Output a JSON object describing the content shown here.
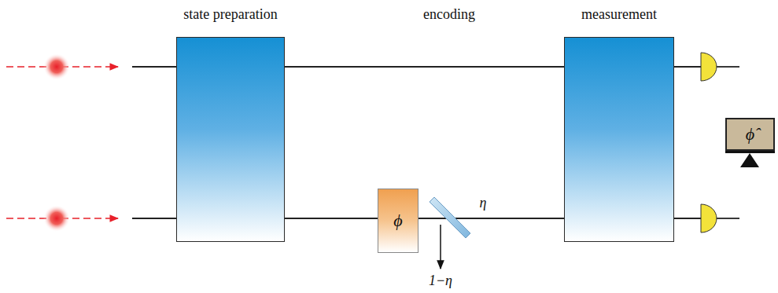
{
  "diagram": {
    "nodes": [
      {
        "text": [
          "state preparation"
        ]
      },
      {
        "text": [
          "ϕ"
        ]
      },
      {
        "text": [
          "measurement"
        ]
      },
      {
        "text": [
          "ϕ̂"
        ]
      }
    ],
    "edges": [
      {
        "from": 0,
        "to": 2,
        "arrow": "none"
      },
      {
        "from": 0,
        "to": 1,
        "arrow": "none"
      },
      {
        "from": 1,
        "to": 2,
        "arrow": "none"
      }
    ],
    "labels": [
      "encoding",
      "η",
      "1−η"
    ]
  }
}
